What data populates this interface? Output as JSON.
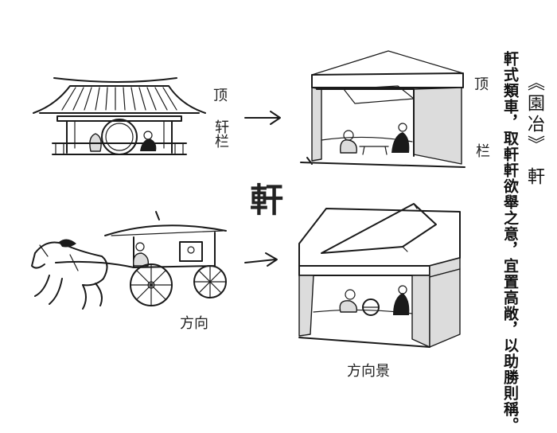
{
  "title": {
    "source": "《園冶》",
    "subject": "軒"
  },
  "quote": "軒式類車，取軒軒欲舉之意，宜置高敞，以助勝則稱。",
  "center_glyph": "軒",
  "labels": {
    "roof_left": "顶",
    "railing_left": "轩栏",
    "roof_right": "顶",
    "railing_right": "栏",
    "carriage": "方向",
    "carriage_scene": "方向景"
  }
}
